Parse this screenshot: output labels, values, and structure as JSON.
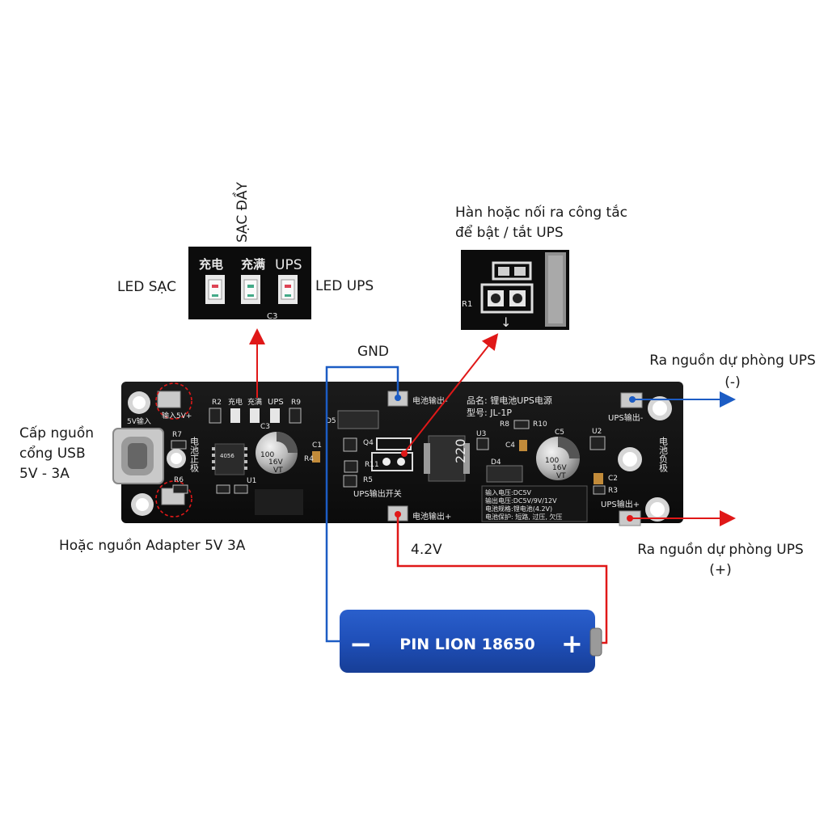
{
  "labels": {
    "sac_day": "SẠC ĐẦY",
    "led_sac": "LED SẠC",
    "led_ups": "LED UPS",
    "switch_line1": "Hàn hoặc nối ra công tắc",
    "switch_line2": "để bật / tắt UPS",
    "gnd": "GND",
    "ups_out_neg_line1": "Ra nguồn dự phòng UPS",
    "ups_out_neg_line2": "(-)",
    "usb_line1": "Cấp nguồn",
    "usb_line2": "cổng USB",
    "usb_line3": "5V - 3A",
    "adapter": "Hoặc nguồn Adapter 5V 3A",
    "v42": "4.2V",
    "ups_out_pos_line1": "Ra nguồn dự phòng UPS",
    "ups_out_pos_line2": "(+)"
  },
  "battery": {
    "name": "PIN LION 18650",
    "minus": "−",
    "plus": "+"
  },
  "led_inset": {
    "chars_charge": "充电",
    "chars_full": "充满",
    "ups": "UPS",
    "c_label": "C3"
  },
  "switch_inset": {
    "r1": "R1",
    "arrow": "↓"
  },
  "board": {
    "input_5v": "5V输入",
    "input_5v_2": "输入5V+",
    "r7": "R7",
    "r6": "R6",
    "r2": "R2",
    "r1": "R1",
    "r9": "R9",
    "r5": "R5",
    "r11": "R11",
    "r8": "R8",
    "r10": "R10",
    "r3": "R3",
    "r4": "R4",
    "c1": "C1",
    "c2": "C2",
    "c3": "C3",
    "c4": "C4",
    "c5": "C5",
    "d4": "D4",
    "d5": "D5",
    "q4": "Q4",
    "u1": "U1",
    "u2": "U2",
    "u3": "U3",
    "cap_left_1": "100",
    "cap_left_2": "16V",
    "cap_left_3": "VT",
    "cap_right_1": "100",
    "cap_right_2": "16V",
    "cap_right_3": "VT",
    "inductor": "220",
    "chip": "4056",
    "led_charge": "充电",
    "led_full": "充满",
    "led_ups": "UPS",
    "battery_pos": "电池正极",
    "battery_neg": "电池负极",
    "batt_out_neg": "电池输出-",
    "batt_out_pos": "电池输出+",
    "product_name": "品名: 锂电池UPS电源",
    "model": "型号: JL-1P",
    "ups_out_neg": "UPS输出-",
    "ups_out_pos": "UPS输出+",
    "ups_switch": "UPS输出开关",
    "spec1": "输入电压:DC5V",
    "spec2": "输出电压:DC5V/9V/12V",
    "spec3": "电池规格:锂电池(4.2V)",
    "spec4": "电池保护: 短路, 过压, 欠压"
  }
}
